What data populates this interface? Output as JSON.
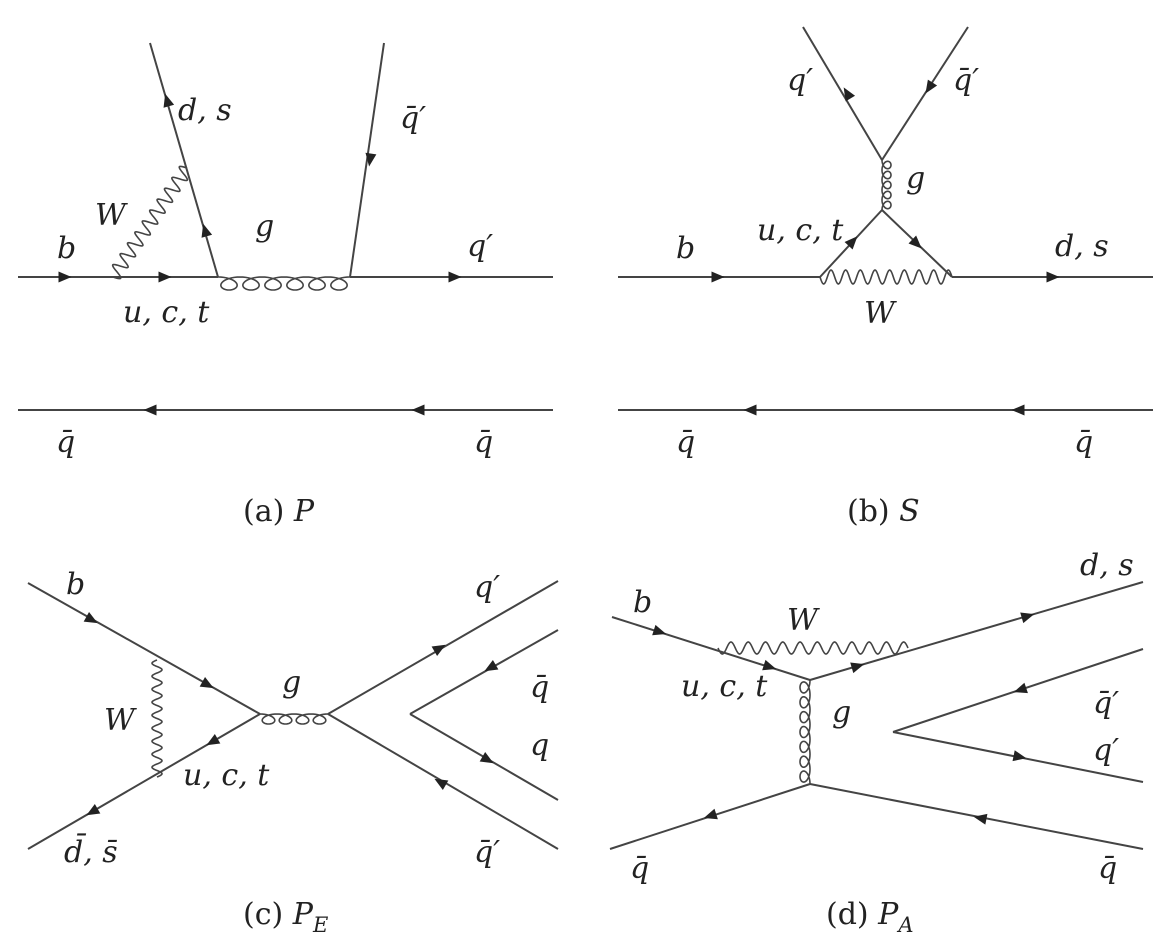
{
  "diagrams": [
    {
      "id": "a",
      "caption_prefix": "(a)",
      "caption_name": "P",
      "labels": {
        "b": "b",
        "w": "W",
        "internal": "u, c, t",
        "emitted": "d, s",
        "gluon": "g",
        "qbar_prime": "q̄′",
        "q_prime": "q′",
        "spectator_left": "q̄",
        "spectator_right": "q̄"
      }
    },
    {
      "id": "b",
      "caption_prefix": "(b)",
      "caption_name": "S",
      "labels": {
        "b": "b",
        "w": "W",
        "internal": "u, c, t",
        "emitted": "d, s",
        "gluon": "g",
        "q_prime": "q′",
        "qbar_prime": "q̄′",
        "spectator_left": "q̄",
        "spectator_right": "q̄"
      }
    },
    {
      "id": "c",
      "caption_prefix": "(c)",
      "caption_name": "P",
      "caption_sub": "E",
      "labels": {
        "b": "b",
        "w": "W",
        "internal": "u, c, t",
        "dbar": "d̄, s̄",
        "gluon": "g",
        "q_prime": "q′",
        "qbar": "q̄",
        "q": "q",
        "qbar_prime": "q̄′"
      }
    },
    {
      "id": "d",
      "caption_prefix": "(d)",
      "caption_name": "P",
      "caption_sub": "A",
      "labels": {
        "b": "b",
        "w": "W",
        "internal": "u, c, t",
        "emitted": "d, s",
        "gluon": "g",
        "qbar_prime": "q̄′",
        "q_prime": "q′",
        "qbar_left": "q̄",
        "qbar_right": "q̄"
      }
    }
  ]
}
